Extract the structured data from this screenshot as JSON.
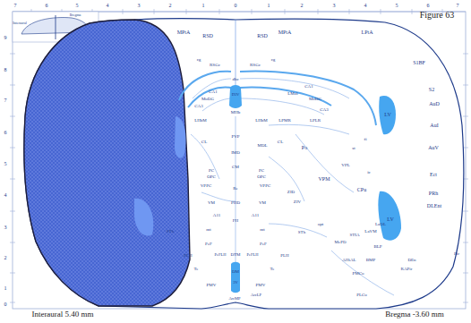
{
  "diagram": {
    "labels": [
      "Figure 63",
      "Interaural 5.40 mm",
      "Bregma -3.60 mm",
      "7",
      "6",
      "5",
      "4",
      "3",
      "2",
      "1",
      "0",
      "1",
      "2",
      "3",
      "4",
      "5",
      "6",
      "7",
      "9",
      "8",
      "7",
      "6",
      "5",
      "4",
      "3",
      "2",
      "1",
      "0",
      "MPtA",
      "RSD",
      "RSD",
      "MPtA",
      "LPtA",
      "S1BF",
      "RSGc",
      "RSGc",
      "cg",
      "cg",
      "dhc",
      "CA1",
      "CA1",
      "MoDG",
      "MoDG",
      "CA3",
      "CA3",
      "LMol",
      "D3V",
      "MHb",
      "LHbM",
      "LHbM",
      "LPMR",
      "LPLR",
      "LV",
      "LV",
      "S2",
      "AuD",
      "AuI",
      "AuV",
      "Ect",
      "PRh",
      "DLEnt",
      "Pir",
      "CL",
      "CL",
      "PVP",
      "MDL",
      "IMD",
      "Po",
      "CM",
      "PC",
      "PC",
      "OPC",
      "OPC",
      "VPPC",
      "VPPC",
      "Re",
      "VPM",
      "VPL",
      "ic",
      "CPu",
      "PHD",
      "VM",
      "VM",
      "ZID",
      "ZIV",
      "A11",
      "A11",
      "FH",
      "STh",
      "STh",
      "mt",
      "mt",
      "PeF",
      "PeF",
      "PLH",
      "PLH",
      "PeFLH",
      "PeFLH",
      "DTM",
      "Te",
      "Te",
      "DM",
      "3V",
      "PMV",
      "PMV",
      "ArcLP",
      "ArcMP",
      "MePD",
      "STIA",
      "LaVM",
      "LaDL",
      "BLP",
      "AHiAL",
      "BMP",
      "PMCo",
      "PLCo",
      "DEn",
      "RAPir",
      "opt",
      "fi",
      "st",
      "Interaural",
      "Bregma"
    ]
  }
}
